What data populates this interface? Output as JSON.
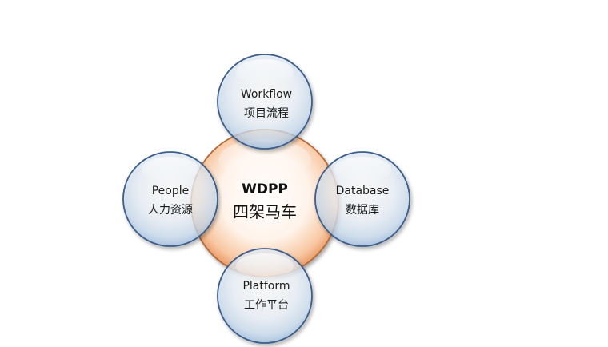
{
  "center": {
    "title_en": "WDPP",
    "title_cn": "四架马车",
    "color": "#f4a671"
  },
  "nodes": {
    "top": {
      "en": "Workflow",
      "cn": "项目流程"
    },
    "left": {
      "en": "People",
      "cn": "人力资源"
    },
    "right": {
      "en": "Database",
      "cn": "数据库"
    },
    "bottom": {
      "en": "Platform",
      "cn": "工作平台"
    }
  },
  "colors": {
    "satellite_fill": "#d8e6f5",
    "satellite_stroke": "#3c5d8a",
    "center_stroke": "#b66a3a"
  }
}
